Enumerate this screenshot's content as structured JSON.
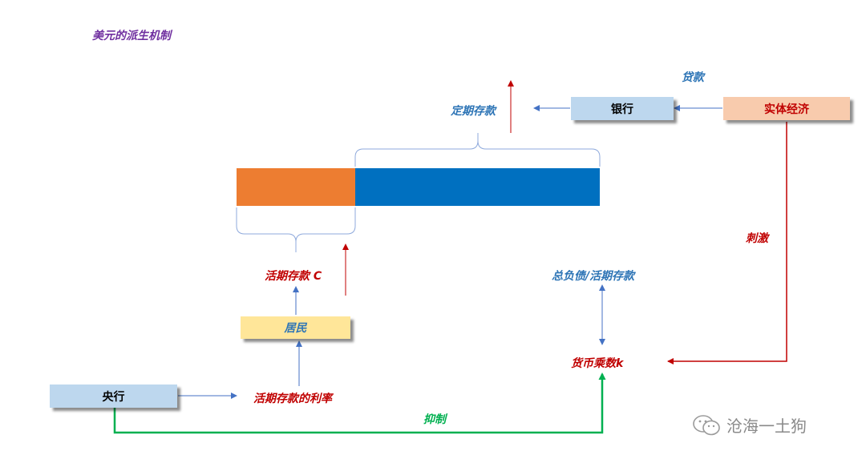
{
  "title": "美元的派生机制",
  "nodes": {
    "bank": "银行",
    "real_economy": "实体经济",
    "residents": "居民",
    "central_bank": "央行"
  },
  "labels": {
    "loan": "贷款",
    "time_deposit": "定期存款",
    "demand_deposit_c": "活期存款 C",
    "total_liab": "总负债/活期存款",
    "multiplier": "货币乘数k",
    "stimulate": "刺激",
    "rate": "活期存款的利率",
    "suppress": "抑制"
  },
  "watermark": "沧海一土狗",
  "colors": {
    "purple": "#7030a0",
    "blue_text": "#2e75b6",
    "red_text": "#c00000",
    "green": "#00b050",
    "orange_bar": "#ed7d31",
    "blue_bar": "#0070c0",
    "box_blue": "#bdd7ee",
    "box_peach": "#f8cbad",
    "box_yellow": "#ffe699"
  }
}
